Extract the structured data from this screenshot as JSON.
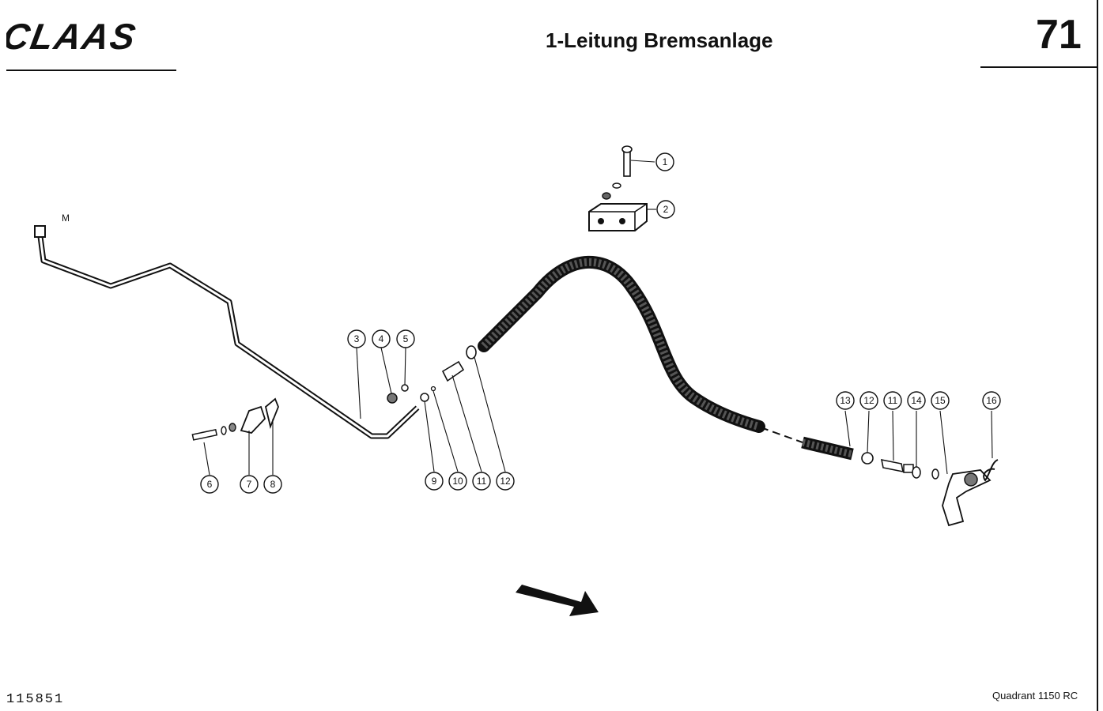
{
  "header": {
    "brand": "CLAAS",
    "title": "1-Leitung Bremsanlage",
    "page_number": "71"
  },
  "diagram": {
    "pipe_end_label": "M",
    "callouts": [
      "1",
      "2",
      "3",
      "4",
      "5",
      "6",
      "7",
      "8",
      "9",
      "10",
      "11",
      "12",
      "13",
      "12",
      "11",
      "14",
      "15",
      "16"
    ]
  },
  "footer": {
    "drawing_id": "115851",
    "model": "Quadrant 1150 RC"
  },
  "colors": {
    "ink": "#111111",
    "paper": "#ffffff"
  }
}
